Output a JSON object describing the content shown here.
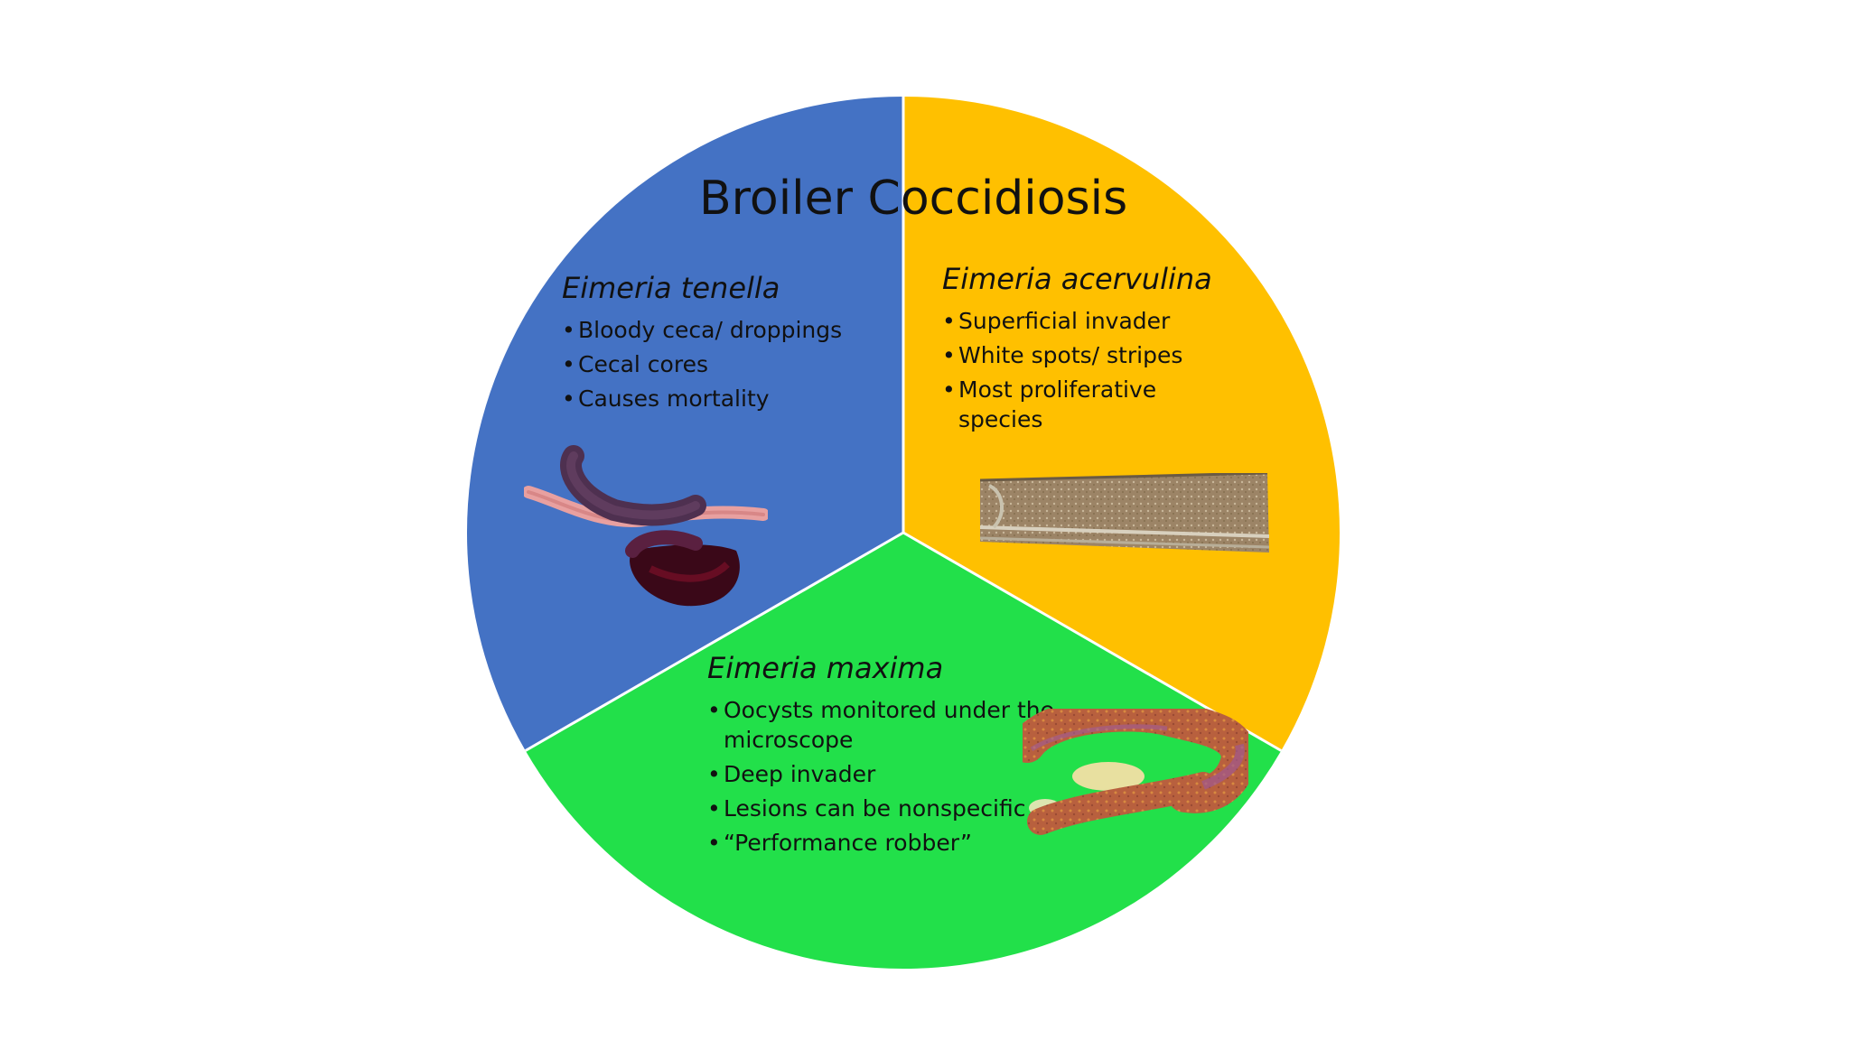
{
  "title": "Broiler Coccidiosis",
  "colors": {
    "tenella": "#4472C4",
    "acervulina": "#FFC000",
    "maxima": "#22E04A",
    "divider": "#FFFFFF"
  },
  "segments": {
    "tenella": {
      "heading": "Eimeria tenella",
      "bullets": [
        "Bloody ceca/ droppings",
        "Cecal cores",
        "Causes mortality"
      ]
    },
    "acervulina": {
      "heading": "Eimeria acervulina",
      "bullets": [
        "Superficial invader",
        "White spots/ stripes",
        "Most proliferative species"
      ]
    },
    "maxima": {
      "heading": "Eimeria maxima",
      "bullets": [
        "Oocysts monitored under the microscope",
        "Deep invader",
        "Lesions can be nonspecific",
        "“Performance robber”"
      ]
    }
  },
  "bullet_glyph": "•",
  "images": {
    "tenella": "bloody-ceca-photo",
    "acervulina": "intestine-white-spots-photo",
    "maxima": "intestine-lesion-photo"
  }
}
